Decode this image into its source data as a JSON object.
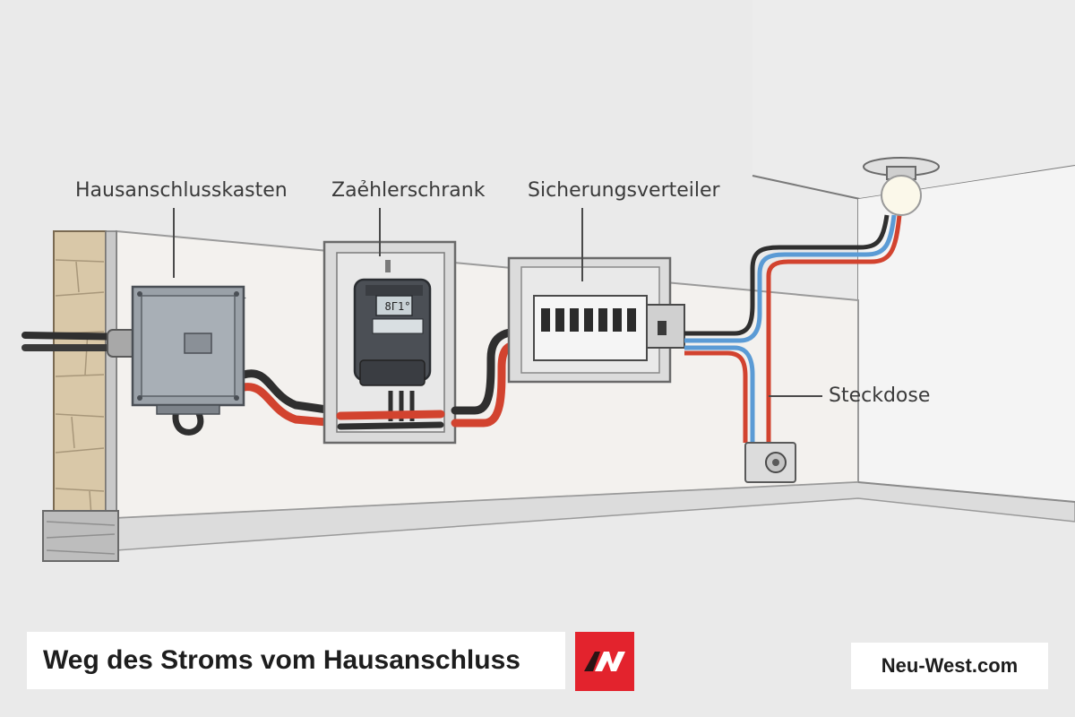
{
  "labels": {
    "hausanschlusskasten": "Hausanschlusskasten",
    "zaehlerschrank": "Zaẻhlerschrank",
    "sicherungsverteiler": "Sicherungsverteiler",
    "steckdose": "Steckdose"
  },
  "meter_display": "8Γ1°",
  "title": "Weg des Stroms vom Hausanschluss",
  "brand": "Neu-West.com",
  "logo_icon": "aw-logo-icon",
  "colors": {
    "background": "#eaeaea",
    "wire_red": "#d2432f",
    "wire_blue": "#5b9bd5",
    "wire_black": "#2f2f2f",
    "logo_red": "#e3232d"
  }
}
